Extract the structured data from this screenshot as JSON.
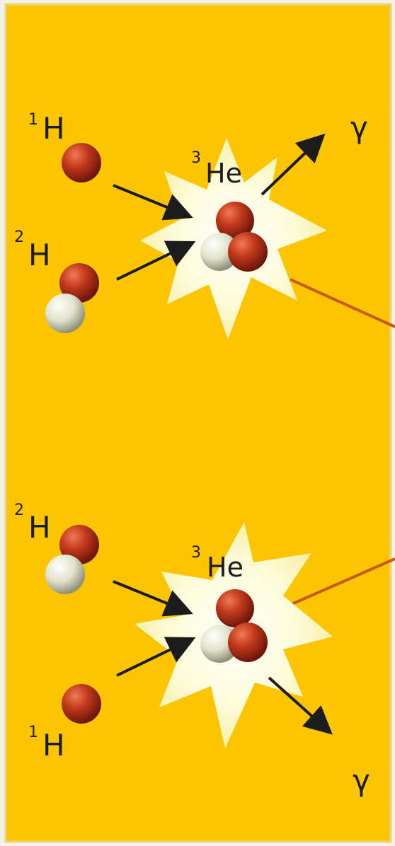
{
  "panel": {
    "background": "#fcc500",
    "border": "#e8d58a"
  },
  "top": {
    "h1": {
      "sup": "1",
      "sym": "H"
    },
    "h2": {
      "sup": "2",
      "sym": "H"
    },
    "he3": {
      "sup": "3",
      "sym": "He"
    },
    "gamma": "γ"
  },
  "bottom": {
    "h2": {
      "sup": "2",
      "sym": "H"
    },
    "h1": {
      "sup": "1",
      "sym": "H"
    },
    "he3": {
      "sup": "3",
      "sym": "He"
    },
    "gamma": "γ"
  },
  "colors": {
    "proton": "#b32d12",
    "neutron": "#e3e5cf",
    "flash": "#fdfbd2",
    "arrow": "#1c1c1c",
    "connector": "#c85a10"
  }
}
